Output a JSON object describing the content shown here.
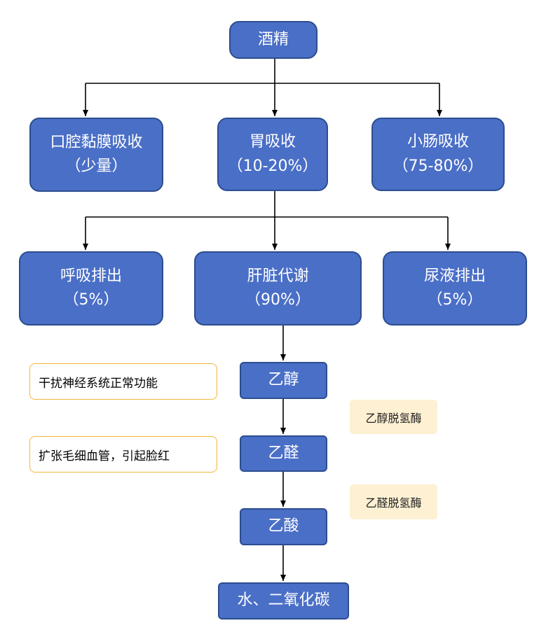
{
  "top": "酒精",
  "absorption": [
    {
      "name": "口腔黏膜吸收",
      "amount": "（少量）"
    },
    {
      "name": "胃吸收",
      "amount": "（10-20%）"
    },
    {
      "name": "小肠吸收",
      "amount": "（75-80%）"
    }
  ],
  "elimination": [
    {
      "name": "呼吸排出",
      "amount": "（5%）"
    },
    {
      "name": "肝脏代谢",
      "amount": "（90%）"
    },
    {
      "name": "尿液排出",
      "amount": "（5%）"
    }
  ],
  "chain": [
    "乙醇",
    "乙醛",
    "乙酸",
    "水、二氧化碳"
  ],
  "enzymes": [
    "乙醇脱氢酶",
    "乙醛脱氢酶"
  ],
  "effects": [
    "干扰神经系统正常功能",
    "扩张毛细血管，引起脸红"
  ]
}
